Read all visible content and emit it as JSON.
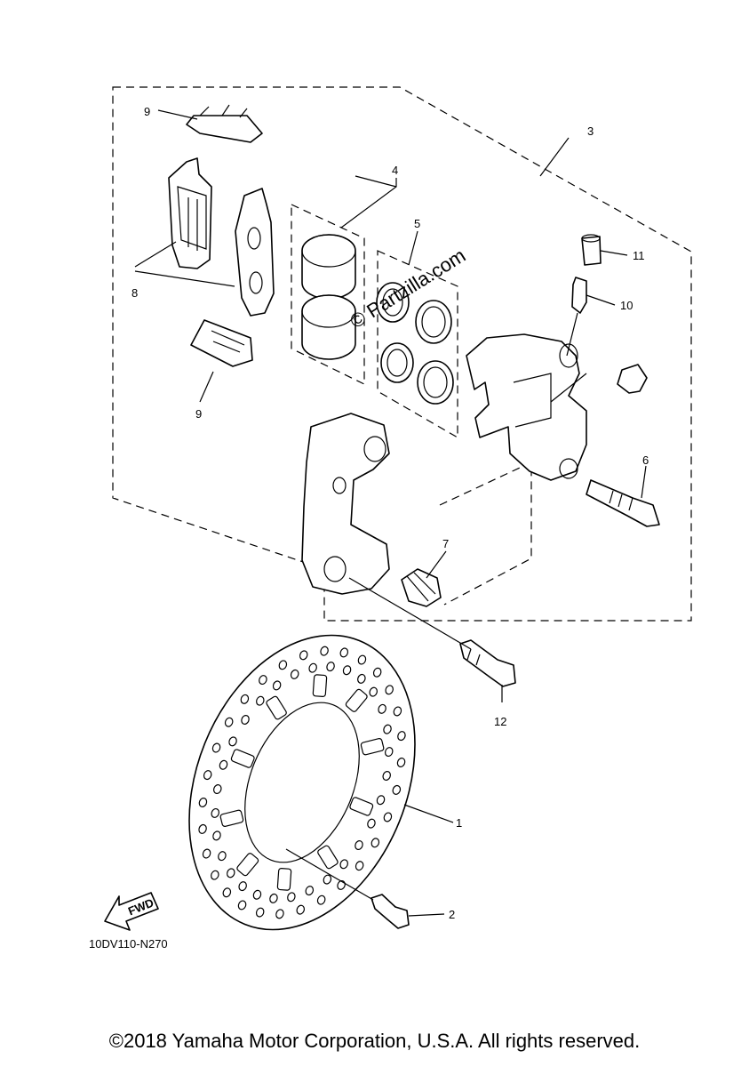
{
  "labels": {
    "p1": "1",
    "p2": "2",
    "p3": "3",
    "p4": "4",
    "p5": "5",
    "p6": "6",
    "p7": "7",
    "p8": "8",
    "p9a": "9",
    "p9b": "9",
    "p10": "10",
    "p11": "11",
    "p12": "12"
  },
  "fwd_label": "FWD",
  "diagram_code": "10DV110-N270",
  "watermark": "© Partzilla.com",
  "copyright": "©2018 Yamaha Motor Corporation, U.S.A. All rights reserved."
}
